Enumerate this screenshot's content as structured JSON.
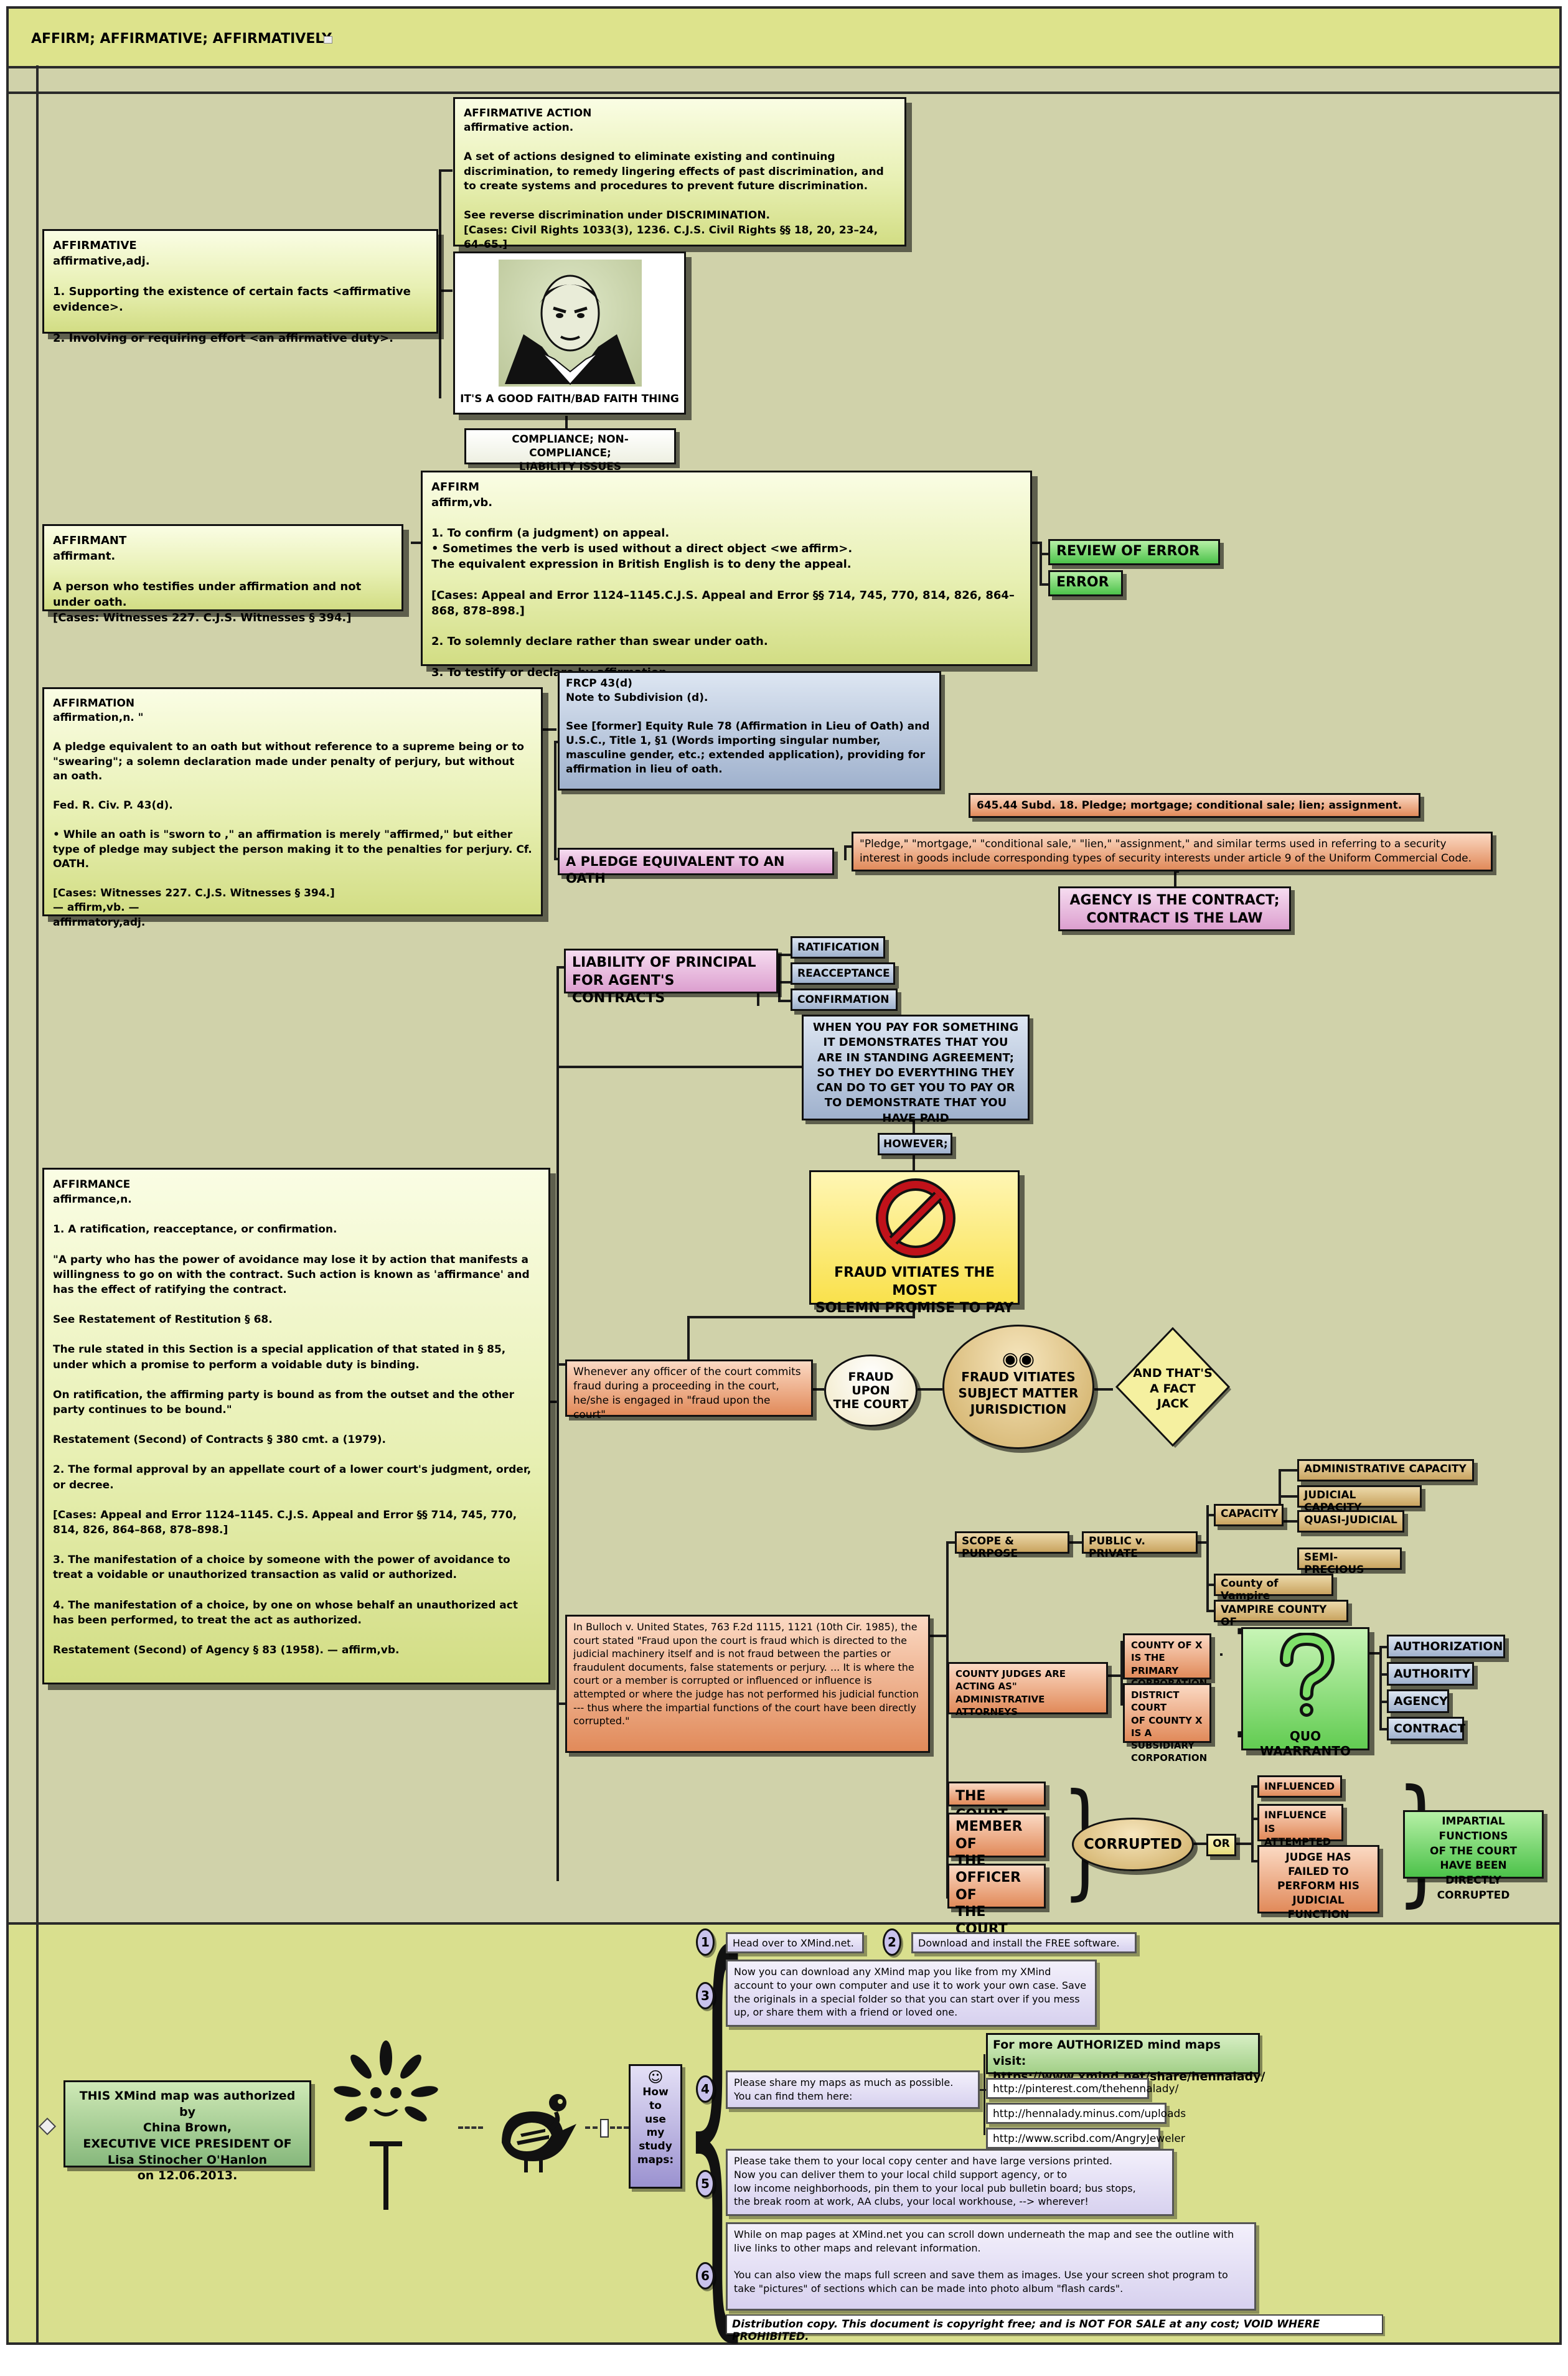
{
  "header": {
    "title": "AFFIRM; AFFIRMATIVE; AFFIRMATIVELY"
  },
  "affirmative_action": {
    "text": "AFFIRMATIVE ACTION\naffirmative action.\n\nA set of actions designed to eliminate existing and continuing discrimination, to remedy lingering effects of past discrimination, and to create systems and procedures to prevent future discrimination.\n\nSee reverse discrimination under DISCRIMINATION.\n[Cases: Civil Rights 1033(3), 1236. C.J.S. Civil Rights §§ 18, 20, 23–24, 64–65.]"
  },
  "affirmative": {
    "text": "AFFIRMATIVE\naffirmative,adj.\n\n1. Supporting the existence of certain facts <affirmative evidence>.\n\n2. Involving or requiring effort <an affirmative duty>."
  },
  "good_faith": {
    "caption": "IT'S A GOOD FAITH/BAD FAITH THING"
  },
  "compliance": {
    "label": "COMPLIANCE; NON-COMPLIANCE;\nLIABILITY ISSUES"
  },
  "affirmant": {
    "text": "AFFIRMANT\naffirmant.\n\nA person who testifies under affirmation and not under oath.\n[Cases: Witnesses 227. C.J.S. Witnesses § 394.]"
  },
  "affirm": {
    "text": "AFFIRM\naffirm,vb.\n\n1. To confirm (a judgment) on appeal.\n• Sometimes the verb is used without a direct object <we affirm>.\nThe equivalent expression in British English is to deny the appeal.\n\n[Cases: Appeal and Error 1124–1145.C.J.S. Appeal and Error §§ 714, 745, 770, 814, 826, 864–868, 878–898.]\n\n2. To solemnly declare rather than swear under oath.\n\n3. To testify or declare by affirmation."
  },
  "review_of_error": "REVIEW OF ERROR",
  "error": "ERROR",
  "affirmation": {
    "text": "AFFIRMATION\naffirmation,n. \"\n\nA pledge equivalent to an oath but without reference to a supreme being or to \"swearing\"; a solemn declaration made under penalty of perjury, but without an oath.\n\nFed. R. Civ. P. 43(d).\n\n• While an oath is \"sworn to ,\" an affirmation is merely \"affirmed,\" but either type of pledge may subject the person making it to the penalties for perjury. Cf. OATH.\n\n[Cases: Witnesses 227. C.J.S. Witnesses § 394.]\n— affirm,vb. —\naffirmatory,adj."
  },
  "frcp": {
    "text": "FRCP 43(d)\nNote to Subdivision (d).\n\nSee [former] Equity Rule 78 (Affirmation in Lieu of Oath) and U.S.C., Title 1, §1 (Words importing singular number, masculine gender, etc.; extended  application), providing for affirmation in lieu of oath."
  },
  "pledge_equivalent": "A PLEDGE EQUIVALENT TO AN OATH",
  "pledge_statute": {
    "title": "645.44 Subd. 18. Pledge; mortgage; conditional sale; lien; assignment.",
    "text": "\"Pledge,\" \"mortgage,\" \"conditional sale,\" \"lien,\" \"assignment,\" and similar terms used in referring to a security interest in goods include corresponding types of security interests under article 9 of the Uniform Commercial Code."
  },
  "agency_contract": "AGENCY IS THE CONTRACT;\nCONTRACT IS THE LAW",
  "liability_principal": "LIABILITY OF PRINCIPAL\nFOR AGENT'S CONTRACTS",
  "liability_items": [
    "RATIFICATION",
    "REACCEPTANCE",
    "CONFIRMATION"
  ],
  "when_you_pay": "WHEN YOU PAY FOR SOMETHING IT DEMONSTRATES THAT YOU ARE IN STANDING AGREEMENT; SO THEY DO EVERYTHING THEY CAN DO TO GET YOU TO PAY OR TO DEMONSTRATE THAT YOU HAVE PAID",
  "however": "HOWEVER;",
  "fraud_vitiates_promise": "FRAUD VITIATES THE MOST\nSOLEMN PROMISE TO PAY",
  "affirmance": {
    "text": "AFFIRMANCE\naffirmance,n.\n\n1. A ratification, reacceptance, or confirmation.\n\n\"A party who has the power of avoidance may lose it by action that manifests a willingness to go on with the contract. Such action is known as 'affirmance' and has the effect of ratifying the contract.\n\nSee Restatement of Restitution § 68.\n\nThe rule stated in this Section is a special application of that stated in § 85, under which a promise to perform a voidable duty is binding.\n\nOn ratification, the affirming party is bound as from the outset and the other party continues to be bound.\"\n\nRestatement (Second) of Contracts § 380 cmt. a (1979).\n\n2. The formal approval by an appellate court of a lower court's judgment, order, or decree.\n\n[Cases: Appeal and Error 1124–1145. C.J.S. Appeal and Error §§ 714, 745, 770, 814, 826, 864–868, 878–898.]\n\n3. The manifestation of a choice by someone with the power of avoidance to treat a voidable or unauthorized transaction as valid or authorized.\n\n4. The manifestation of a choice, by one on whose behalf an unauthorized act has been performed, to treat the act as authorized.\n\nRestatement (Second) of Agency § 83 (1958). — affirm,vb."
  },
  "officer_of_court": "Whenever any officer of the court commits fraud during a proceeding in the court, he/she is engaged in \"fraud upon the court\"",
  "fraud_upon_court": "FRAUD\nUPON\nTHE COURT",
  "fraud_vitiates_jurisdiction": "FRAUD VITIATES\nSUBJECT MATTER\nJURISDICTION",
  "fact_jack": "AND THAT'S\nA FACT\nJACK",
  "bulloch": "In Bulloch v. United States, 763 F.2d 1115, 1121 (10th Cir. 1985), the court stated \"Fraud upon the court is fraud which is directed to the judicial machinery itself and is not fraud between the parties or fraudulent documents, false statements or perjury. ... It is where the court or a member is corrupted or influenced or influence is attempted or where the judge has not performed his judicial function --- thus where the impartial functions of the court have been directly corrupted.\"",
  "scope": "SCOPE & PURPOSE",
  "public_private": "PUBLIC v. PRIVATE",
  "capacity": "CAPACITY",
  "capacity_items": [
    "ADMINISTRATIVE CAPACITY",
    "JUDICIAL CAPACITY",
    "QUASI-JUDICIAL"
  ],
  "semi_precious": "SEMI-PRECIOUS",
  "county_vampire": "County of Vampire",
  "vampire_county": "VAMPIRE COUNTY OF",
  "county_judges": "COUNTY JUDGES ARE\nACTING AS\"\nADMINISTRATIVE ATTORNEYS",
  "county_x": "COUNTY OF X\nIS THE PRIMARY\nCORPORATION",
  "district_court": "DISTRICT COURT\nOF COUNTY X\nIS A SUBSIDIARY\nCORPORATION",
  "quo_warranto": "QUO WAARRANTO",
  "quo_items": [
    "AUTHORIZATION",
    "AUTHORITY",
    "AGENCY",
    "CONTRACT"
  ],
  "court_items": [
    "THE COURT",
    "MEMBER OF\nTHE COURT",
    "OFFICER OF\nTHE COURT"
  ],
  "corrupted": "CORRUPTED",
  "or": "OR",
  "influence_items": [
    "INFLUENCED",
    "INFLUENCE IS\nATTEMPTED",
    "JUDGE HAS\nFAILED TO\nPERFORM HIS\nJUDICIAL FUNCTION"
  ],
  "impartial": "IMPARTIAL FUNCTIONS\nOF THE COURT\nHAVE BEEN\nDIRECTLY CORRUPTED",
  "footer": {
    "author": "THIS XMind map was authorized by\nChina Brown,\nEXECUTIVE VICE PRESIDENT OF\nLisa Stinocher O'Hanlon\non 12.06.2013.",
    "how_to": "How\nto\nuse\nmy\nstudy\nmaps:",
    "step1": "Head over to XMind.net.",
    "step2": "Download and install the FREE software.",
    "step3": "Now you can download any XMind map you like from my XMind account to your own computer  and use it to work your own case. Save the originals in a special  folder so that you can start over if you mess up, or share them with  a friend or loved one.",
    "step4": "Please share my maps as much as possible.\nYou can find them here:",
    "more_maps": "For more AUTHORIZED mind maps visit:\nhttps://www.xmind.net/share/hennalady/",
    "links": [
      "http://pinterest.com/thehennalady/",
      "http://hennalady.minus.com/uploads",
      "http://www.scribd.com/AngryJeweler"
    ],
    "step5": "Please take them to your local copy center and have large versions printed.\nNow you can deliver them to your local child support agency, or to\nlow income neighborhoods, pin them to your local pub bulletin board; bus stops,\nthe break room at work, AA clubs, your local workhouse, --> wherever!",
    "step6": "While on map pages at XMind.net you can scroll down underneath the map and see the outline with  live links to other maps and relevant information.\n\nYou can also view the maps full screen  and save them as images. Use your screen shot program to take \"pictures\" of sections which can be made into photo album \"flash cards\".",
    "distribution": "Distribution copy. This document is copyright free; and is NOT FOR SALE at any cost; VOID WHERE PROHIBITED.",
    "numbers": [
      "1",
      "2",
      "3",
      "4",
      "5",
      "6"
    ]
  },
  "colors": {
    "background": "#d0d2aa",
    "header": "#dde38c",
    "footer": "#d9df8e",
    "pink": "#dc9fcf",
    "blue": "#9fb1cd",
    "green": "#4cc24a",
    "orange": "#e18a5a",
    "tan": "#c9a460"
  }
}
